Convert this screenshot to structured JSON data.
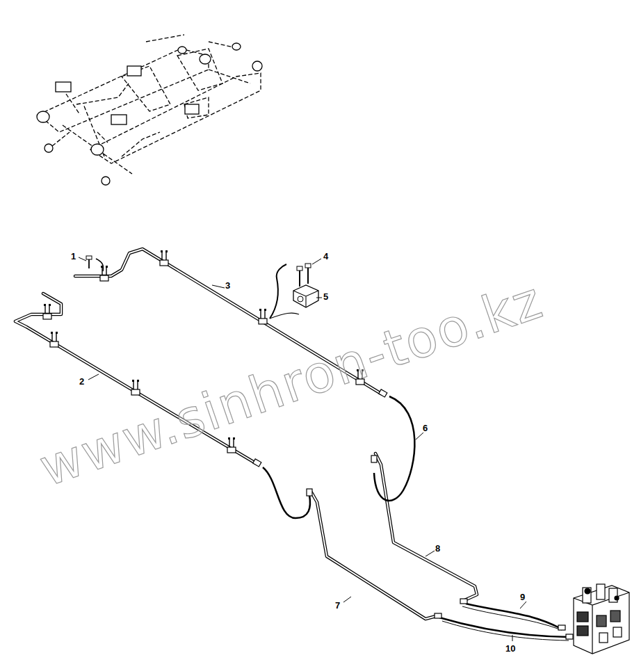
{
  "diagram": {
    "labels": [
      "1",
      "2",
      "3",
      "4",
      "5",
      "6",
      "7",
      "8",
      "9",
      "10",
      "www.sinhron-too.kz"
    ]
  }
}
